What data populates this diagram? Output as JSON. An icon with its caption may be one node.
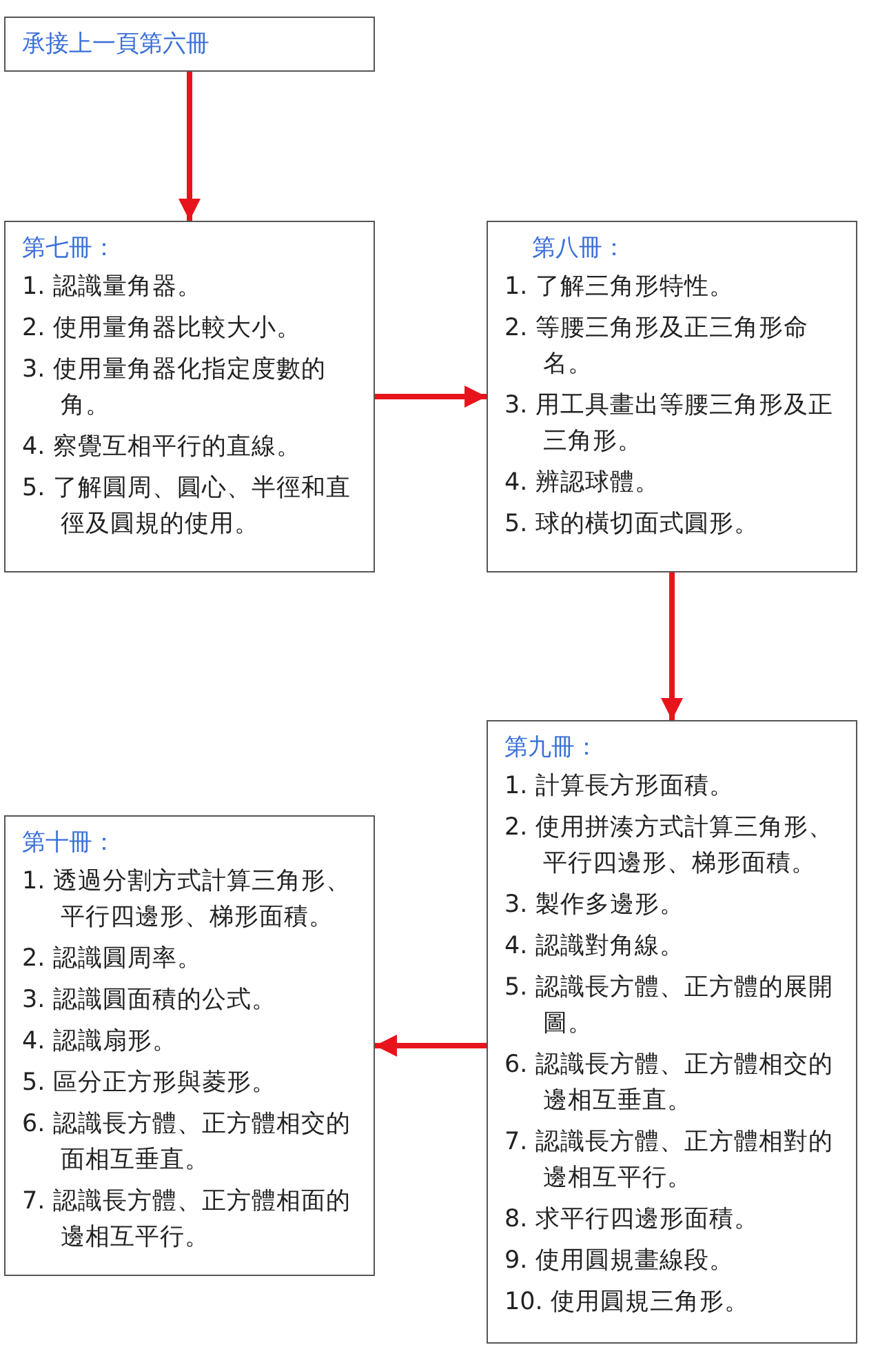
{
  "diagram": {
    "nodes": [
      {
        "text": [
          "承接上一頁第六冊"
        ]
      },
      {
        "text": [
          "第七冊：",
          "1. 認識量角器。",
          "2. 使用量角器比較大小。",
          "3. 使用量角器化指定度數的角。",
          "4. 察覺互相平行的直線。",
          "5. 了解圓周、圓心、半徑和直徑及圓規的使用。"
        ]
      },
      {
        "text": [
          "第八冊：",
          "1. 了解三角形特性。",
          "2. 等腰三角形及正三角形命名。",
          "3. 用工具畫出等腰三角形及正三角形。",
          "4. 辨認球體。",
          "5. 球的橫切面式圓形。"
        ]
      },
      {
        "text": [
          "第九冊：",
          "1. 計算長方形面積。",
          "2. 使用拼湊方式計算三角形、平行四邊形、梯形面積。",
          "3. 製作多邊形。",
          "4. 認識對角線。",
          "5. 認識長方體、正方體的展開圖。",
          "6. 認識長方體、正方體相交的邊相互垂直。",
          "7. 認識長方體、正方體相對的邊相互平行。",
          "8. 求平行四邊形面積。",
          "9. 使用圓規畫線段。",
          "10. 使用圓規三角形。"
        ]
      },
      {
        "text": [
          "第十冊：",
          "1. 透過分割方式計算三角形、平行四邊形、梯形面積。",
          "2. 認識圓周率。",
          "3. 認識圓面積的公式。",
          "4. 認識扇形。",
          "5. 區分正方形與菱形。",
          "6. 認識長方體、正方體相交的面相互垂直。",
          "7. 認識長方體、正方體相面的邊相互平行。"
        ]
      }
    ],
    "edges": [
      {
        "from": 0,
        "to": 1,
        "arrow": "to"
      },
      {
        "from": 1,
        "to": 2,
        "arrow": "to"
      },
      {
        "from": 2,
        "to": 3,
        "arrow": "to"
      },
      {
        "from": 3,
        "to": 4,
        "arrow": "to"
      }
    ]
  }
}
